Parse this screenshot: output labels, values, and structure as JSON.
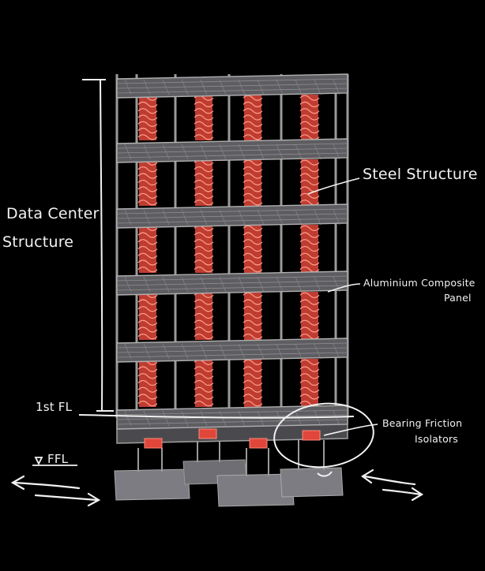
{
  "labels": {
    "data_center_line1": "Data Center",
    "data_center_line2": "Structure",
    "steel_structure": "Steel Structure",
    "aluminium_line1": "Aluminium Composite",
    "aluminium_line2": "Panel",
    "first_floor": "1st FL",
    "ffl": "FFL",
    "bearing_line1": "Bearing Friction",
    "bearing_line2": "Isolators"
  },
  "colors": {
    "background": "#000000",
    "frame": "#9a9a9a",
    "floor": "#5e5e62",
    "column_core": "#e0463a",
    "annotation": "#f2f2f2",
    "foundation": "#808086"
  },
  "structure": {
    "floor_count": 6,
    "column_count": 4,
    "isolator_count": 4
  }
}
